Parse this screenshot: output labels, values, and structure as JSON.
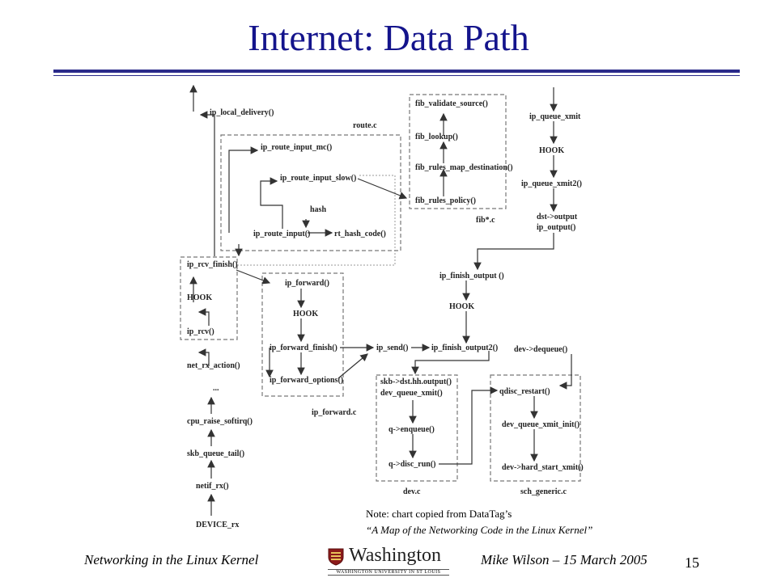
{
  "title": "Internet: Data Path",
  "diagram": {
    "nodes": {
      "ip_local_delivery": "ip_local_delivery()",
      "route_c": "route.c",
      "ip_route_input_mc": "ip_route_input_mc()",
      "ip_route_input_slow": "ip_route_input_slow()",
      "hash": "hash",
      "ip_route_input": "ip_route_input()",
      "rt_hash_code": "rt_hash_code()",
      "fib_validate_source": "fib_validate_source()",
      "fib_lookup": "fib_lookup()",
      "fib_rules_map_destination": "fib_rules_map_destination()",
      "fib_rules_policy": "fib_rules_policy()",
      "fib_c": "fib*.c",
      "ip_queue_xmit": "ip_queue_xmit",
      "hook_qx": "HOOK",
      "ip_queue_xmit2": "ip_queue_xmit2()",
      "dst_output": "dst->output",
      "ip_output": "ip_output()",
      "ip_rcv_finish": "ip_rcv_finish()",
      "hook_rcv": "HOOK",
      "ip_rcv": "ip_rcv()",
      "ip_forward": "ip_forward()",
      "hook_fwd": "HOOK",
      "ip_forward_finish": "ip_forward_finish()",
      "ip_forward_options": "ip_forward_options()",
      "ip_forward_c": "ip_forward.c",
      "ip_finish_output": "ip_finish_output ()",
      "hook_out": "HOOK",
      "ip_send": "ip_send()",
      "ip_finish_output2": "ip_finish_output2()",
      "dev_dequeue": "dev->dequeue()",
      "net_rx_action": "net_rx_action()",
      "ellipsis": "...",
      "cpu_raise_softirq": "cpu_raise_softirq()",
      "skb_queue_tail": "skb_queue_tail()",
      "netif_rx": "netif_rx()",
      "device_rx": "DEVICE_rx",
      "skb_dst_output": "skb->dst.hh.output()",
      "dev_queue_xmit": "dev_queue_xmit()",
      "q_enqueue": "q->enqueue()",
      "q_disc_run": "q->disc_run()",
      "dev_c": "dev.c",
      "qdisc_restart": "qdisc_restart()",
      "dev_queue_xmit_init": "dev_queue_xmit_init()",
      "dev_hard_start_xmit": "dev->hard_start_xmit()",
      "sch_generic_c": "sch_generic.c"
    }
  },
  "note": {
    "line1": "Note: chart copied from DataTag’s",
    "line2": "“A Map of the Networking Code in the Linux Kernel”"
  },
  "footer": {
    "left": "Networking in the Linux Kernel",
    "right": "Mike Wilson – 15 March 2005",
    "page_number": "15",
    "logo_word": "Washington",
    "logo_subtitle": "WASHINGTON UNIVERSITY IN ST LOUIS"
  },
  "colors": {
    "title": "#14148c",
    "rule": "#2a2a8a",
    "logo_shield": "#8b1a1a"
  }
}
